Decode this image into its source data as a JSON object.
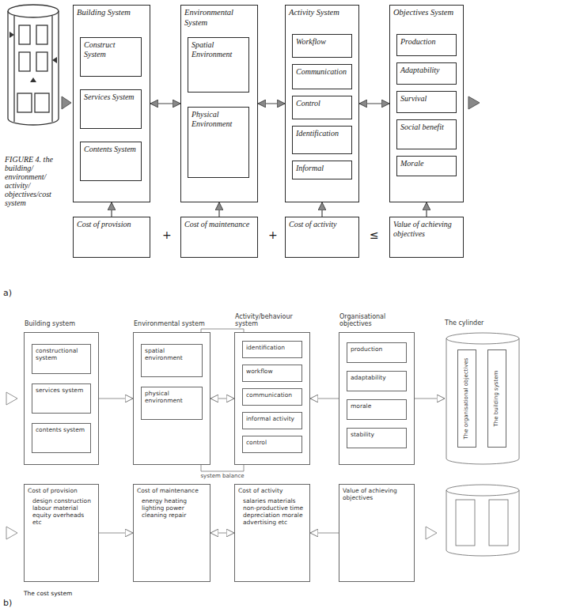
{
  "diagram": {
    "nodes": [
      {
        "text": [
          "Building System"
        ]
      },
      {
        "text": [
          "Construct System"
        ],
        "in": 0
      },
      {
        "text": [
          "Services System"
        ],
        "in": 0
      },
      {
        "text": [
          "Contents System"
        ],
        "in": 0
      },
      {
        "text": [
          "Environmental System"
        ]
      },
      {
        "text": [
          "Spatial Environment"
        ],
        "in": 4
      },
      {
        "text": [
          "Physical Environment"
        ],
        "in": 4
      },
      {
        "text": [
          "Activity System"
        ]
      },
      {
        "text": [
          "Workflow"
        ],
        "in": 7
      },
      {
        "text": [
          "Communication"
        ],
        "in": 7
      },
      {
        "text": [
          "Control"
        ],
        "in": 7
      },
      {
        "text": [
          "Identification"
        ],
        "in": 7
      },
      {
        "text": [
          "Informal"
        ],
        "in": 7
      },
      {
        "text": [
          "Objectives System"
        ]
      },
      {
        "text": [
          "Production"
        ],
        "in": 13
      },
      {
        "text": [
          "Adaptability"
        ],
        "in": 13
      },
      {
        "text": [
          "Survival"
        ],
        "in": 13
      },
      {
        "text": [
          "Social benefit"
        ],
        "in": 13
      },
      {
        "text": [
          "Morale"
        ],
        "in": 13
      },
      {
        "text": [
          "Cost of provision"
        ]
      },
      {
        "text": [
          "Cost of maintenance"
        ]
      },
      {
        "text": [
          "Cost of activity"
        ]
      },
      {
        "text": [
          "Value of achieving objectives"
        ]
      },
      {
        "text": [
          "Building system"
        ]
      },
      {
        "text": [
          "constructional system"
        ],
        "in": 23
      },
      {
        "text": [
          "services system"
        ],
        "in": 23
      },
      {
        "text": [
          "contents system"
        ],
        "in": 23
      },
      {
        "text": [
          "Environmental system"
        ]
      },
      {
        "text": [
          "spatial environment"
        ],
        "in": 27
      },
      {
        "text": [
          "physical environment"
        ],
        "in": 27
      },
      {
        "text": [
          "Activity/behaviour system"
        ]
      },
      {
        "text": [
          "identification"
        ],
        "in": 30
      },
      {
        "text": [
          "workflow"
        ],
        "in": 30
      },
      {
        "text": [
          "communication"
        ],
        "in": 30
      },
      {
        "text": [
          "informal activity"
        ],
        "in": 30
      },
      {
        "text": [
          "control"
        ],
        "in": 30
      },
      {
        "text": [
          "Organisational objectives"
        ]
      },
      {
        "text": [
          "production"
        ],
        "in": 36
      },
      {
        "text": [
          "adaptability"
        ],
        "in": 36
      },
      {
        "text": [
          "morale"
        ],
        "in": 36
      },
      {
        "text": [
          "stability"
        ],
        "in": 36
      },
      {
        "text": [
          "The cylinder"
        ]
      },
      {
        "text": [
          "The organisational objectives"
        ],
        "in": 41
      },
      {
        "text": [
          "The building system"
        ],
        "in": 41
      },
      {
        "text": [
          "Cost of provision",
          "design construction labour material equity overheads etc"
        ]
      },
      {
        "text": [
          "Cost of maintenance",
          "energy heating lighting power cleaning repair"
        ]
      },
      {
        "text": [
          "Cost of activity",
          "salaries materials non-productive time depreciation morale advertising etc"
        ]
      },
      {
        "text": [
          "Value of achieving objectives"
        ]
      }
    ],
    "edges": [
      {
        "from": 0,
        "to": 4,
        "arrow": "both"
      },
      {
        "from": 4,
        "to": 7,
        "arrow": "both"
      },
      {
        "from": 7,
        "to": 13,
        "arrow": "both"
      },
      {
        "from": 19,
        "to": 0,
        "arrow": "to"
      },
      {
        "from": 20,
        "to": 4,
        "arrow": "to"
      },
      {
        "from": 21,
        "to": 7,
        "arrow": "to"
      },
      {
        "from": 22,
        "to": 13,
        "arrow": "to"
      },
      {
        "from": 23,
        "to": 27,
        "arrow": "to"
      },
      {
        "from": 27,
        "to": 30,
        "arrow": "both"
      },
      {
        "from": 36,
        "to": 30,
        "arrow": "to"
      },
      {
        "from": 36,
        "to": 41,
        "arrow": "to"
      },
      {
        "from": 27,
        "to": 30,
        "arrow": "none"
      },
      {
        "from": 27,
        "to": 30,
        "label": "system balance",
        "arrow": "none"
      },
      {
        "from": 44,
        "to": 45,
        "arrow": "to"
      },
      {
        "from": 45,
        "to": 46,
        "arrow": "both"
      },
      {
        "from": 47,
        "to": 46,
        "arrow": "to"
      }
    ],
    "labels": [
      "FIGURE 4. the building/ environment/ activity/ objectives/cost system",
      "+",
      "+",
      "≤",
      "a)",
      "The cost system",
      "b)"
    ]
  }
}
